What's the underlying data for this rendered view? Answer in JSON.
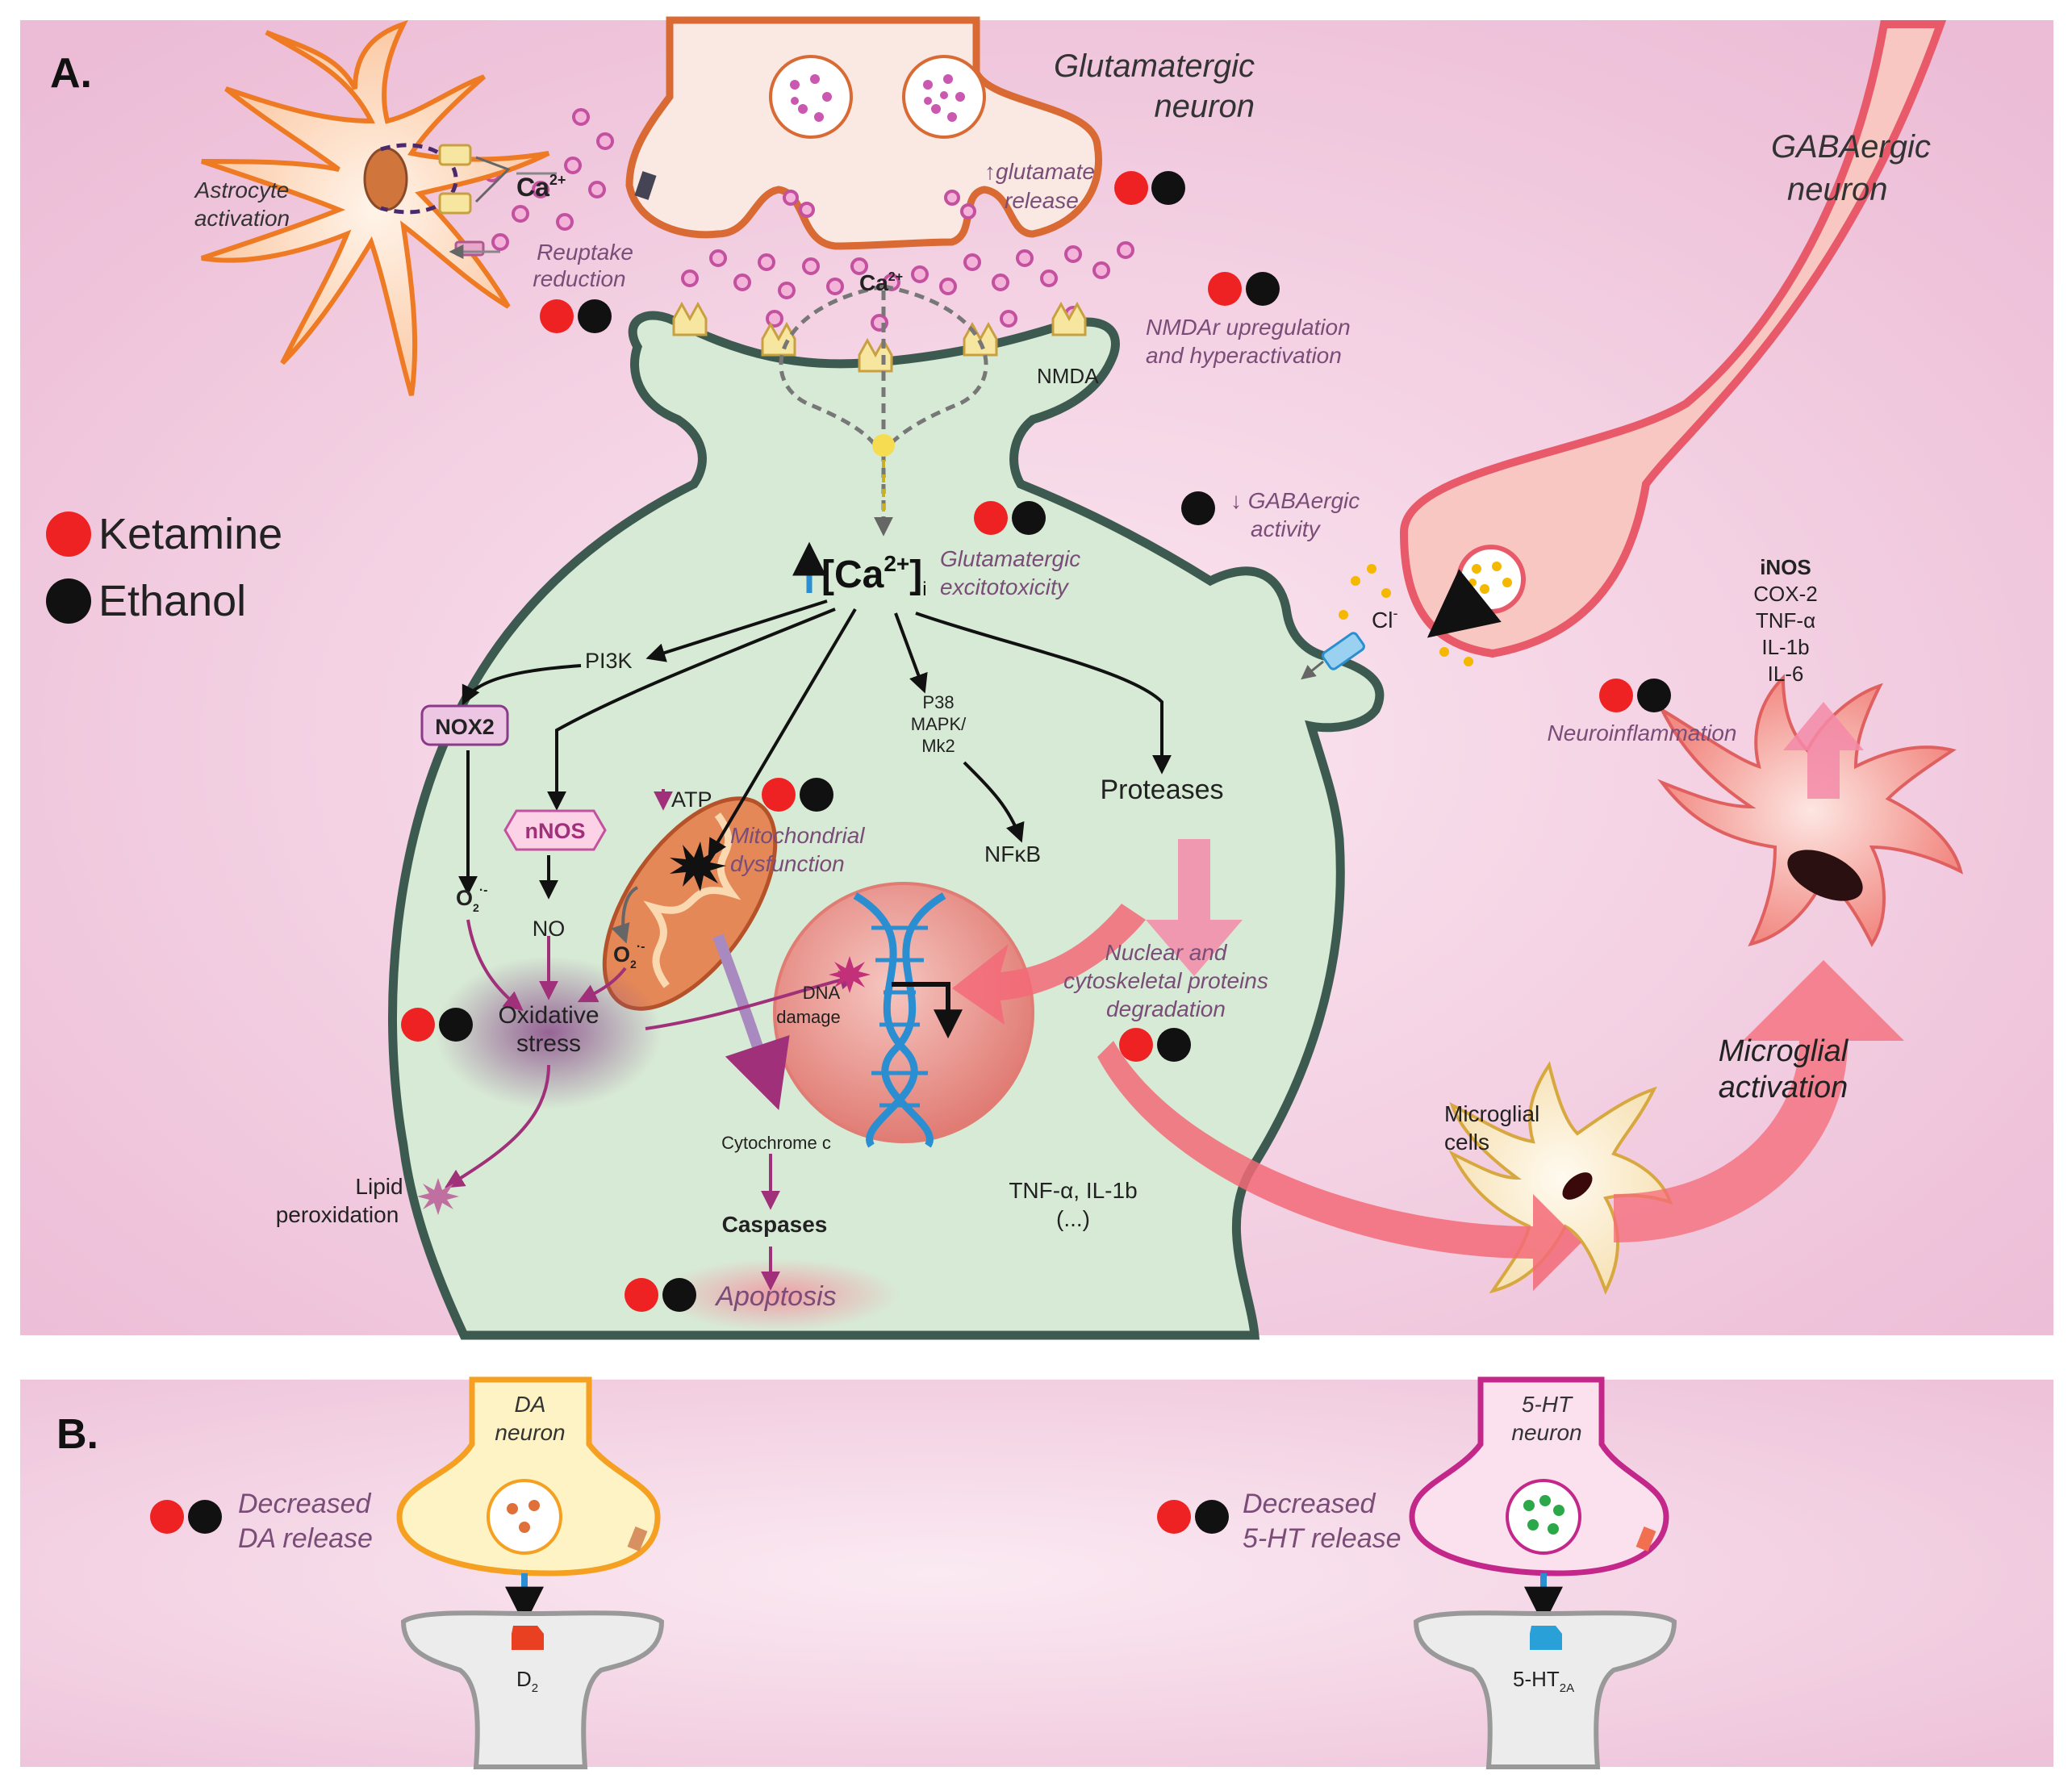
{
  "panel_a": {
    "letter": "A.",
    "glutamatergic_neuron": [
      "Glutamatergic",
      "neuron"
    ],
    "gabaergic_neuron": [
      "GABAergic",
      "neuron"
    ],
    "astrocyte_activation": [
      "Astrocyte",
      "activation"
    ],
    "reuptake_reduction": [
      "Reuptake",
      "reduction"
    ],
    "glutamate_release": [
      "↑glutamate",
      "release"
    ],
    "nmdar_upregulation": [
      "NMDAr upregulation",
      "and hyperactivation"
    ],
    "nmda_receptor": "NMDA",
    "ca_astrocyte": "Ca",
    "ca_synapse": "Ca",
    "ca_superscript": "2+",
    "intracellular_ca": "[Ca",
    "intracellular_ca_sup": "2+",
    "intracellular_ca_close": "]",
    "intracellular_ca_sub": "i",
    "glutamatergic_excitotoxicity": [
      "Glutamatergic",
      "excitotoxicity"
    ],
    "gabaergic_activity": [
      "↓ GABAergic",
      "activity"
    ],
    "chloride": "Cl",
    "chloride_sup": "-",
    "pi3k": "PI3K",
    "nox2": "NOX2",
    "nnos": "nNOS",
    "no": "NO",
    "superoxide": "O",
    "superoxide_sub": "2",
    "superoxide_sup": "·-",
    "atp": "ATP",
    "mitochondrial_dysfunction": [
      "Mitochondrial",
      "dysfunction"
    ],
    "p38_mapk": [
      "P38",
      "MAPK/",
      "Mk2"
    ],
    "nfkb": "NFκB",
    "proteases": "Proteases",
    "protein_degradation": [
      "Nuclear and",
      "cytoskeletal proteins",
      "degradation"
    ],
    "oxidative_stress": [
      "Oxidative",
      "stress"
    ],
    "dna_damage": [
      "DNA",
      "damage"
    ],
    "lipid_peroxidation": [
      "Lipid",
      "peroxidation"
    ],
    "cytochrome_c": "Cytochrome c",
    "caspases": "Caspases",
    "apoptosis": "Apoptosis",
    "cytokines": [
      "TNF-α, IL-1b",
      "(...)"
    ],
    "microglial_cells": [
      "Microglial",
      "cells"
    ],
    "microglial_activation": [
      "Microglial",
      "activation"
    ],
    "neuroinflammation": "Neuroinflammation",
    "inflammatory_mediators": [
      "iNOS",
      "COX-2",
      "TNF-α",
      "IL-1b",
      "IL-6"
    ]
  },
  "legend": [
    {
      "label": "Ketamine",
      "color": "#ee2222"
    },
    {
      "label": "Ethanol",
      "color": "#111111"
    }
  ],
  "panel_b": {
    "letter": "B.",
    "da_neuron": [
      "DA",
      "neuron"
    ],
    "decreased_da": [
      "Decreased",
      "DA release"
    ],
    "d2_receptor": "D",
    "d2_sub": "2",
    "ht_neuron": [
      "5-HT",
      "neuron"
    ],
    "decreased_5ht": [
      "Decreased",
      "5-HT release"
    ],
    "ht2a_receptor": "5-HT",
    "ht2a_sub": "2A"
  },
  "colors": {
    "background": "#f2c6de",
    "neuron_body": "#d7ead5",
    "neuron_outline": "#3d5a50",
    "astrocyte": "#f58a3c",
    "label_purple": "#7a4d78",
    "ketamine_red": "#ee2222",
    "ethanol_black": "#111111"
  }
}
